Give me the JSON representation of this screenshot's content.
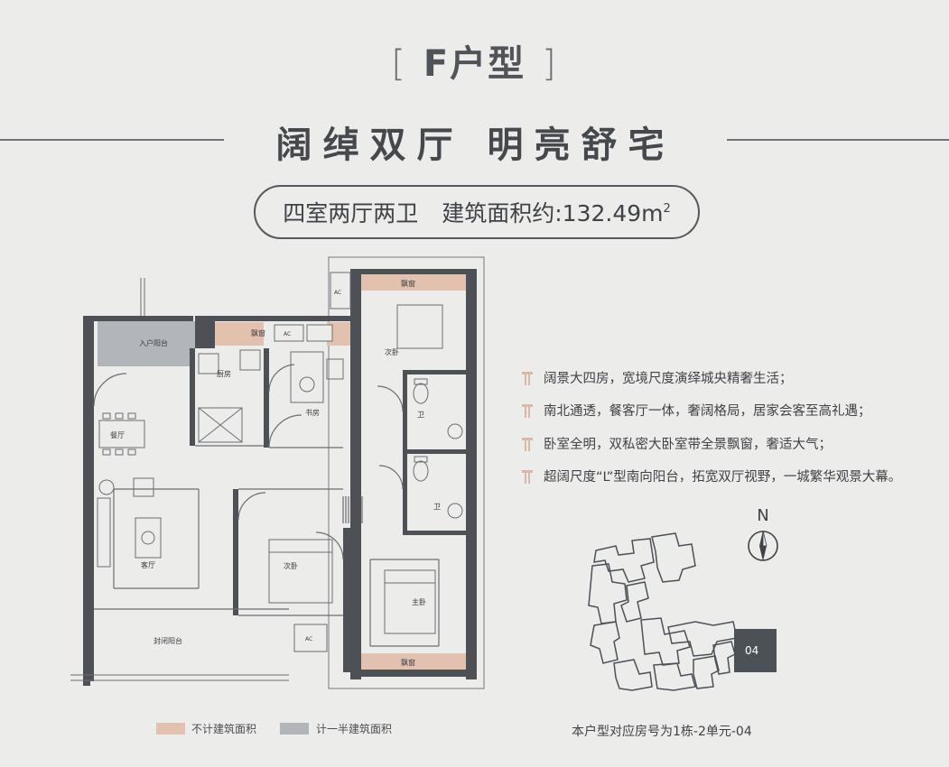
{
  "header": {
    "bracket_left": "[",
    "title": "F户型",
    "bracket_right": "]",
    "slogan": "阔绰双厅 明亮舒宅",
    "summary_rooms": "四室两厅两卫",
    "summary_area_label": "建筑面积约:132.49m",
    "summary_area_sup": "2"
  },
  "features": [
    "阔景大四房，宽境尺度演绎城央精奢生活；",
    "南北通透，餐客厅一体，奢阔格局，居家会客至高礼遇；",
    "卧室全明，双私密大卧室带全景飘窗，奢适大气；",
    "超阔尺度“L”型南向阳台，拓宽双厅视野，一城繁华观景大幕。"
  ],
  "compass": {
    "label": "N"
  },
  "site_map": {
    "unit_badge": "04"
  },
  "unit_note": "本户型对应房号为1栋-2单元-04",
  "legend": [
    {
      "label": "不计建筑面积",
      "color": "#e2c2ae"
    },
    {
      "label": "计一半建筑面积",
      "color": "#b2b5b9"
    }
  ],
  "floor_plan": {
    "rooms": {
      "entry_balcony": "入户阳台",
      "kitchen": "厨房",
      "bay_window_small": "飘窗",
      "dining": "餐厅",
      "living": "客厅",
      "study": "书房",
      "second_bedroom_north": "次卧",
      "bay_window_north": "飘窗",
      "bath_1": "卫",
      "bath_2": "卫",
      "second_bedroom_south": "次卧",
      "master_bedroom": "主卧",
      "closed_balcony": "封闭阳台",
      "bay_window_south": "飘窗",
      "ac_1": "AC",
      "ac_2": "AC",
      "ac_3": "AC"
    }
  },
  "colors": {
    "background": "#ececea",
    "accent_bay_window": "#e2c2ae",
    "half_area_gray": "#b2b5b9",
    "wall": "#4d5055",
    "badge": "#4c5158"
  }
}
